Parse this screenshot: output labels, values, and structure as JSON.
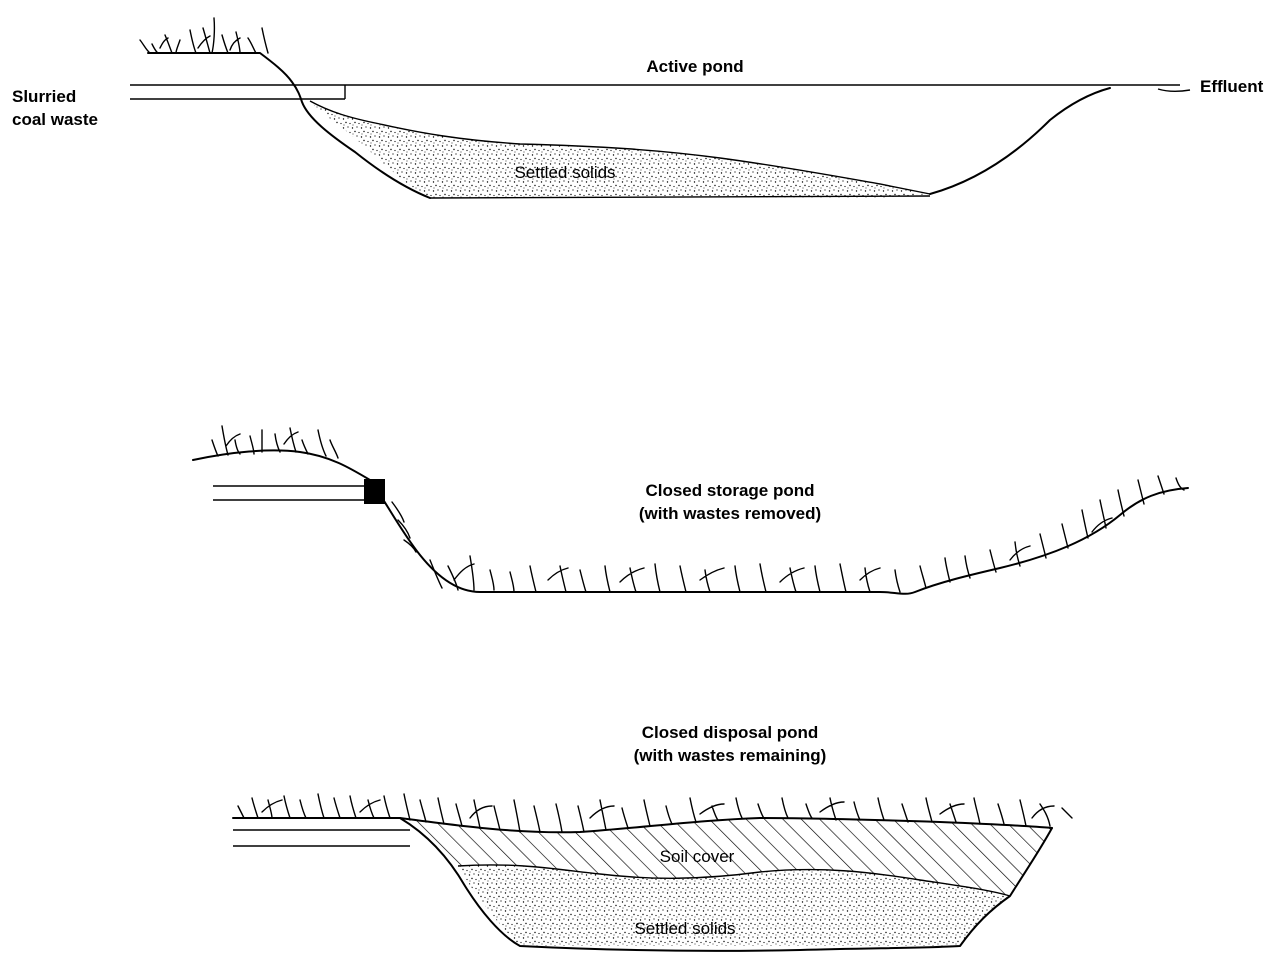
{
  "panels": {
    "active": {
      "title": "Active pond",
      "left_label_line1": "Slurried",
      "left_label_line2": "coal waste",
      "right_label": "Effluent",
      "solids_label": "Settled solids"
    },
    "storage": {
      "title_line1": "Closed storage pond",
      "title_line2": "(with wastes removed)"
    },
    "disposal": {
      "title_line1": "Closed disposal pond",
      "title_line2": "(with wastes remaining)",
      "cover_label": "Soil cover",
      "solids_label": "Settled solids"
    }
  }
}
